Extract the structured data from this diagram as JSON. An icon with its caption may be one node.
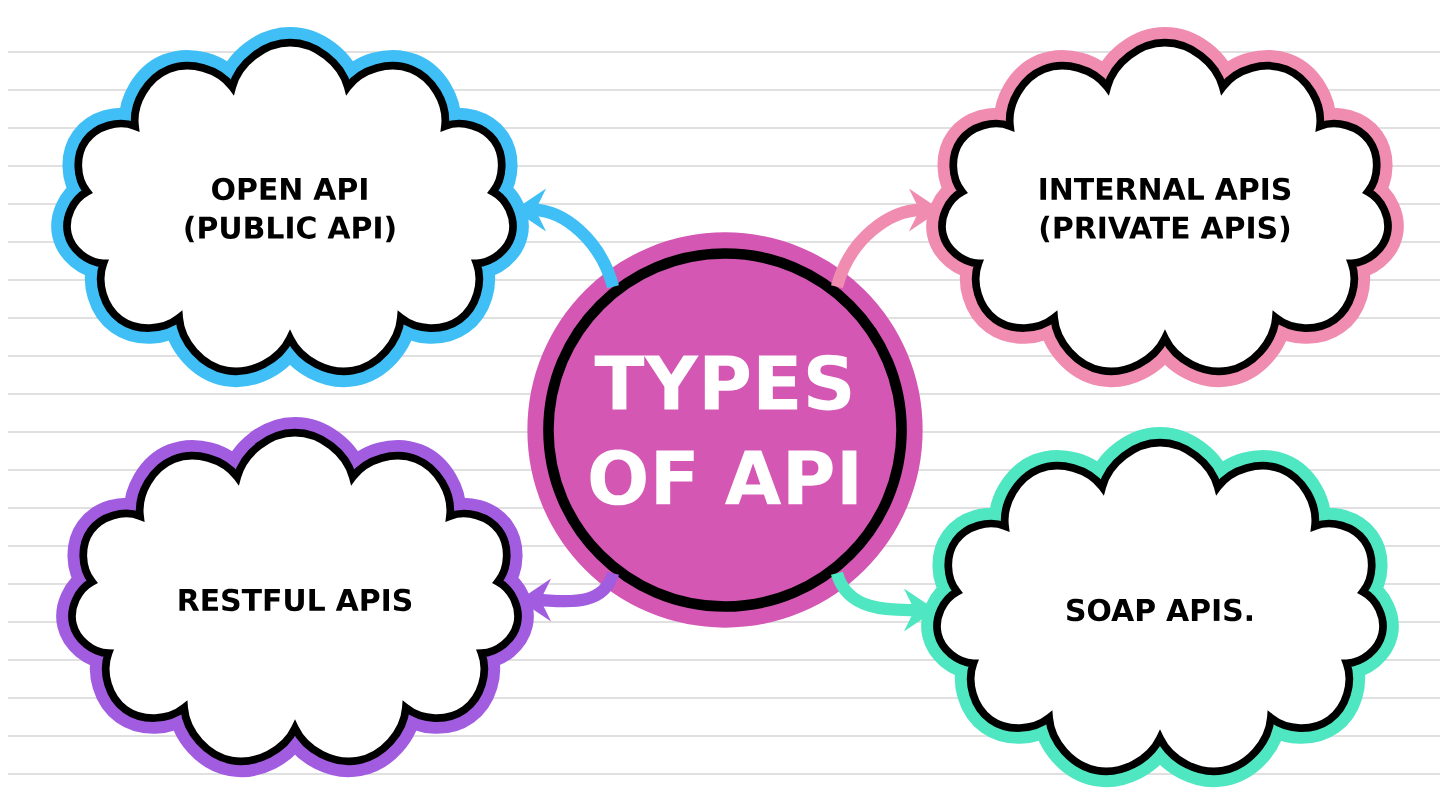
{
  "diagram": {
    "nodes": [
      {
        "text": [
          "TYPES OF API"
        ]
      },
      {
        "text": [
          "OPEN API (PUBLIC API)"
        ]
      },
      {
        "text": [
          "INTERNAL APIS (PRIVATE APIS)"
        ]
      },
      {
        "text": [
          "RESTFUL APIS"
        ]
      },
      {
        "text": [
          "SOAP APIS."
        ]
      }
    ],
    "edges": [
      {
        "from": 0,
        "to": 1,
        "arrow": "to",
        "color": "#3fbff5"
      },
      {
        "from": 0,
        "to": 2,
        "arrow": "to",
        "color": "#f08cb0"
      },
      {
        "from": 0,
        "to": 3,
        "arrow": "to",
        "color": "#a25ce0"
      },
      {
        "from": 0,
        "to": 4,
        "arrow": "to",
        "color": "#4fe6c2"
      }
    ]
  }
}
